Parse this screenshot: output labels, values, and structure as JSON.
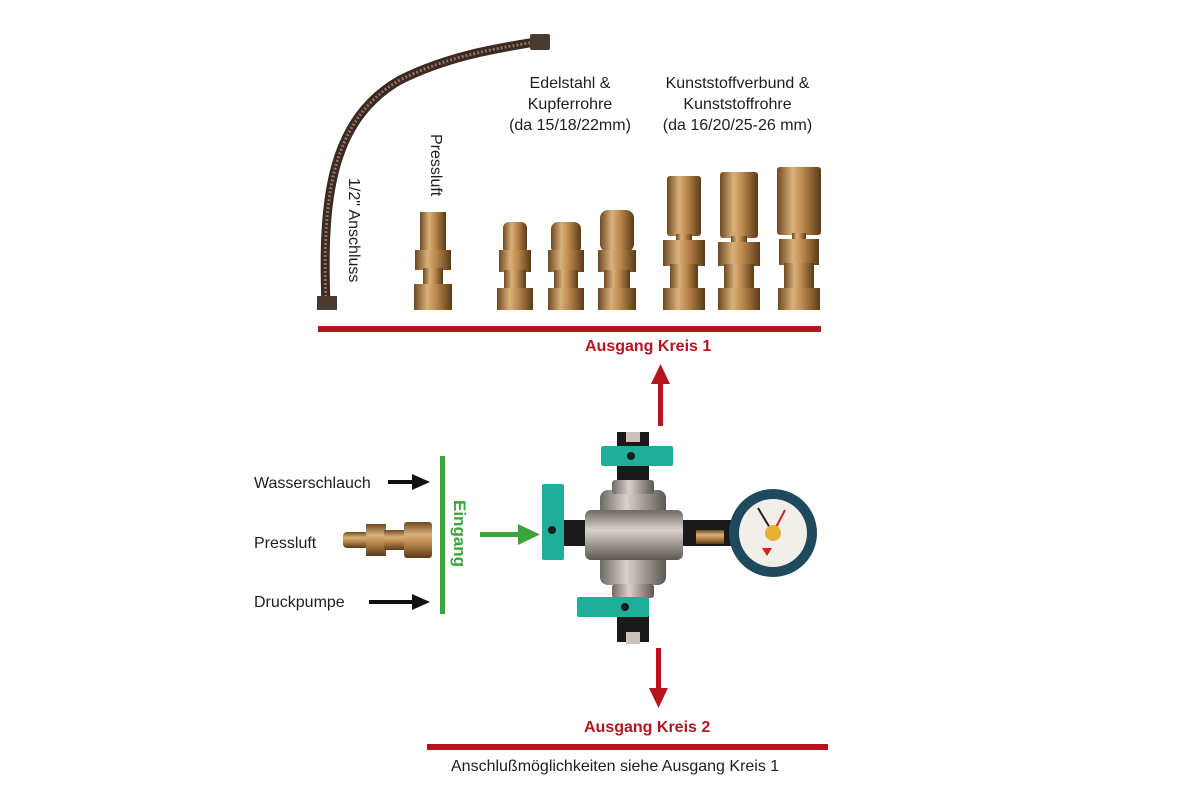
{
  "outputs": {
    "circuit1": {
      "label": "Ausgang Kreis 1",
      "color": "#b5161e",
      "fittings": [
        {
          "name": "hose",
          "label": "1/2\" Anschluss"
        },
        {
          "name": "compressed-air",
          "label": "Pressluft"
        }
      ],
      "groups": [
        {
          "line1": "Edelstahl &",
          "line2": "Kupferrohre",
          "line3": "(da 15/18/22mm)"
        },
        {
          "line1": "Kunststoffverbund &",
          "line2": "Kunststoffrohre",
          "line3": "(da 16/20/25-26 mm)"
        }
      ]
    },
    "circuit2": {
      "label": "Ausgang Kreis 2",
      "note": "Anschlußmöglichkeiten siehe Ausgang Kreis 1",
      "color": "#b5161e"
    }
  },
  "input": {
    "label": "Eingang",
    "color": "#3aa53a",
    "sources": [
      "Wasserschlauch",
      "Pressluft",
      "Druckpumpe"
    ]
  },
  "colors": {
    "brass": "#b8864a",
    "valve_handle": "#1fae9a",
    "gauge_ring": "#1f4a5e"
  }
}
